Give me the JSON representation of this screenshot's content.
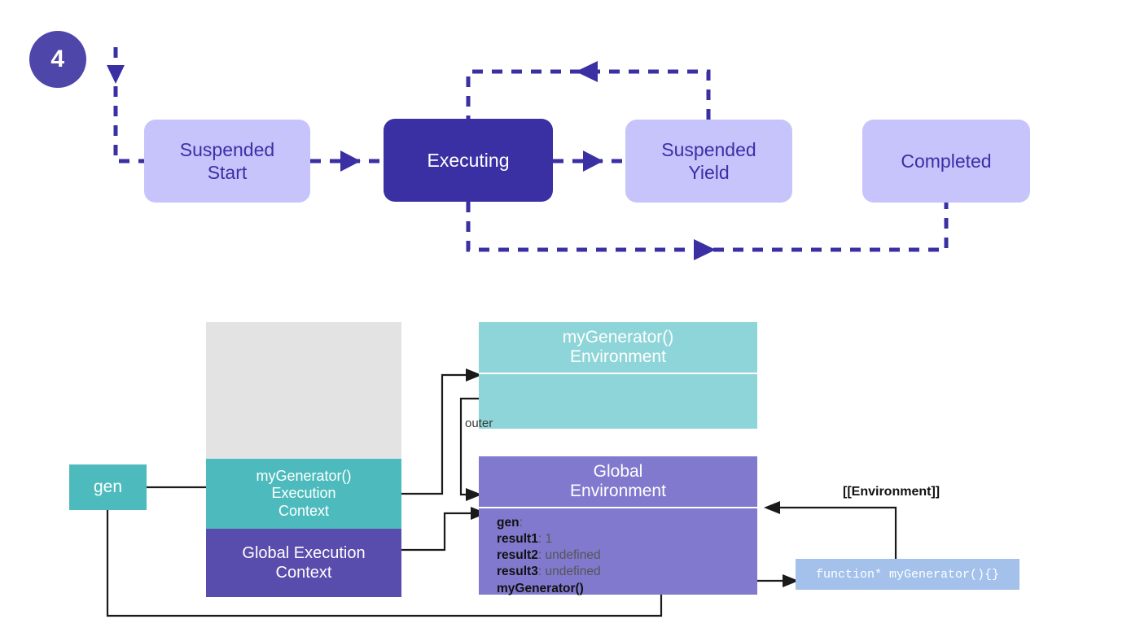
{
  "step": {
    "number": "4"
  },
  "state_machine": {
    "states": [
      {
        "id": "suspended-start",
        "label": "Suspended\nStart",
        "variant": "light"
      },
      {
        "id": "executing",
        "label": "Executing",
        "variant": "dark"
      },
      {
        "id": "suspended-yield",
        "label": "Suspended\nYield",
        "variant": "light"
      },
      {
        "id": "completed",
        "label": "Completed",
        "variant": "light"
      }
    ],
    "transitions": [
      {
        "from": "entry",
        "to": "suspended-start",
        "direction": "down-right"
      },
      {
        "from": "suspended-start",
        "to": "executing",
        "direction": "right"
      },
      {
        "from": "executing",
        "to": "suspended-yield",
        "direction": "right"
      },
      {
        "from": "suspended-yield",
        "to": "executing",
        "direction": "left-loop-top"
      },
      {
        "from": "executing",
        "to": "completed",
        "direction": "right-loop-bottom"
      }
    ],
    "colors": {
      "light_fill": "#c7c3fb",
      "light_text": "#3b2fa6",
      "dark_fill": "#3a2fa3",
      "dark_text": "#ffffff",
      "arrow": "#3a2fa3"
    }
  },
  "call_stack": {
    "reference_box": {
      "label": "gen"
    },
    "frames": [
      {
        "label": "",
        "kind": "empty",
        "color": "#e3e3e3"
      },
      {
        "label": "myGenerator()\nExecution\nContext",
        "kind": "generator",
        "color": "#4dbbbd"
      },
      {
        "label": "Global Execution\nContext",
        "kind": "global",
        "color": "#584cad"
      }
    ]
  },
  "environments": [
    {
      "id": "mygenerator-environment",
      "title": "myGenerator()\nEnvironment",
      "color": "#8dd5d8",
      "variables": []
    },
    {
      "id": "global-environment",
      "title": "Global\nEnvironment",
      "color": "#8179ce",
      "variables": [
        {
          "key": "gen",
          "value": ""
        },
        {
          "key": "result1",
          "value": "1"
        },
        {
          "key": "result2",
          "value": "undefined"
        },
        {
          "key": "result3",
          "value": "undefined"
        },
        {
          "key": "myGenerator()",
          "value": ""
        }
      ]
    }
  ],
  "function_object": {
    "code": "function* myGenerator(){}",
    "color": "#a3c1ea"
  },
  "labels": {
    "outer": "outer",
    "environment_slot": "[[Environment]]"
  }
}
